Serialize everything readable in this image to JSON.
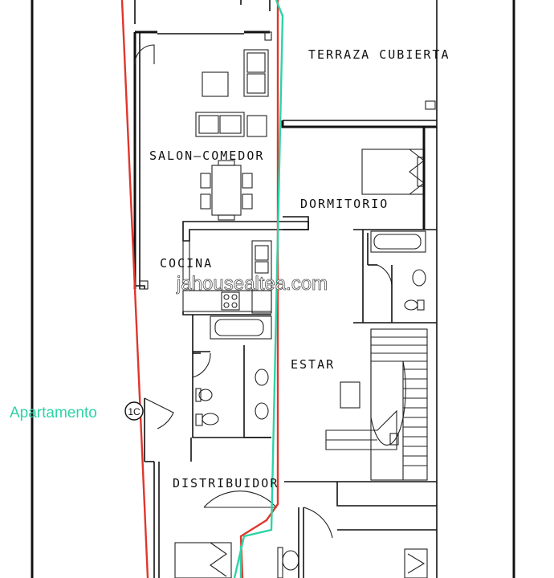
{
  "rooms": {
    "terraza": "TERRAZA CUBIERTA",
    "salon": "SALON–COMEDOR",
    "dormitorio": "DORMITORIO",
    "cocina": "COCINA",
    "estar": "ESTAR",
    "distribuidor": "DISTRIBUIDOR"
  },
  "apartment_label": "Apartamento",
  "apartment_badge": "1C",
  "watermark": "jahousealtea.com",
  "colors": {
    "red_outline": "#e0362c",
    "green_outline": "#2fd3a6",
    "walls": "#111111",
    "label_text": "#2fd3a6"
  }
}
